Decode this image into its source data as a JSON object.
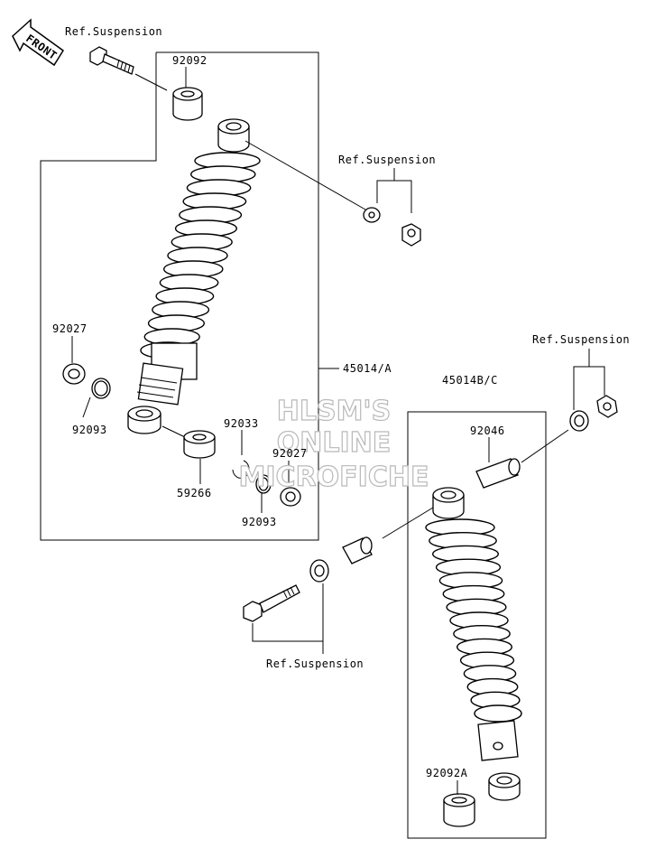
{
  "direction_marker": "FRONT",
  "watermark": {
    "line1": "HLSM'S",
    "line2": "ONLINE",
    "line3": "MICROFICHE"
  },
  "labels": {
    "ref_top_left": "Ref.Suspension",
    "p92092": "92092",
    "ref_top_mid": "Ref.Suspension",
    "p92027_left": "92027",
    "p92093_left": "92093",
    "p92033": "92033",
    "p92027_mid": "92027",
    "p59266": "59266",
    "p92093_mid": "92093",
    "p45014a": "45014/A",
    "ref_right": "Ref.Suspension",
    "p45014bc": "45014B/C",
    "p92046": "92046",
    "ref_bottom": "Ref.Suspension",
    "p92092a": "92092A"
  }
}
